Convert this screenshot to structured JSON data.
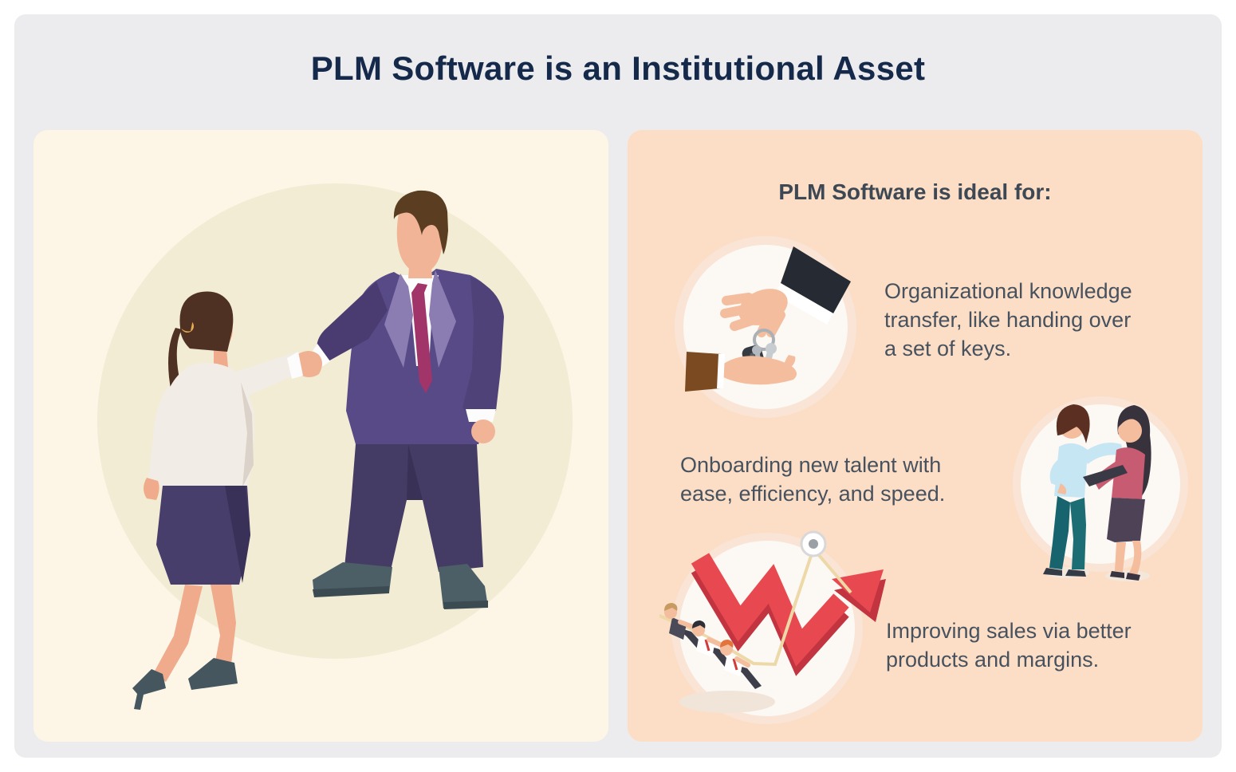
{
  "title": "PLM Software is an Institutional Asset",
  "benefits": {
    "heading": "PLM Software is ideal for:",
    "items": [
      {
        "icon": "keys-handover-icon",
        "lines": [
          "Organizational knowledge",
          "transfer, like handing over",
          "a set of keys."
        ]
      },
      {
        "icon": "colleagues-mentoring-icon",
        "lines": [
          "Onboarding new talent with",
          "ease, efficiency, and speed."
        ]
      },
      {
        "icon": "sales-growth-arrow-icon",
        "lines": [
          "Improving sales via better",
          "products and margins."
        ]
      }
    ]
  },
  "illustration": {
    "icon": "business-handshake-illustration"
  },
  "colors": {
    "canvas_bg": "#ececee",
    "left_panel_bg": "#fdf6e7",
    "left_panel_circle": "#f1ecd3",
    "right_panel_bg": "#fcdec6",
    "icon_circle_bg": "#fcf8f4",
    "icon_circle_halo": "#f9e4d5",
    "title_text": "#15294b",
    "body_text": "#47525e",
    "growth_arrow_red": "#e8484f",
    "suit_purple": "#584a87"
  }
}
